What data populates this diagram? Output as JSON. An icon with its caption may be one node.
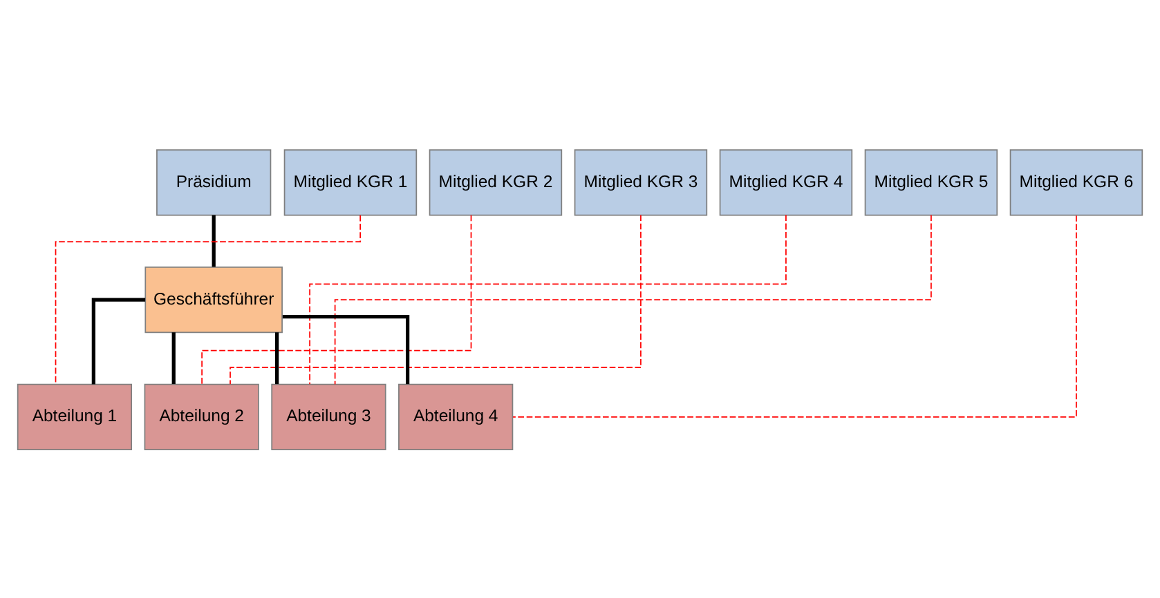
{
  "diagram": {
    "nodes": [
      {
        "text": [
          "Präsidium"
        ]
      },
      {
        "text": [
          "Mitglied KGR 1"
        ]
      },
      {
        "text": [
          "Mitglied KGR 2"
        ]
      },
      {
        "text": [
          "Mitglied KGR 3"
        ]
      },
      {
        "text": [
          "Mitglied KGR 4"
        ]
      },
      {
        "text": [
          "Mitglied KGR 5"
        ]
      },
      {
        "text": [
          "Mitglied KGR 6"
        ]
      },
      {
        "text": [
          "Geschäftsführer"
        ]
      },
      {
        "text": [
          "Abteilung 1"
        ]
      },
      {
        "text": [
          "Abteilung 2"
        ]
      },
      {
        "text": [
          "Abteilung 3"
        ]
      },
      {
        "text": [
          "Abteilung 4"
        ]
      }
    ],
    "edges": [
      {
        "from": 0,
        "to": 7,
        "arrow": "none",
        "style": "thick",
        "color": "#000000"
      },
      {
        "from": 7,
        "to": 8,
        "arrow": "none",
        "style": "thick",
        "color": "#000000"
      },
      {
        "from": 7,
        "to": 9,
        "arrow": "none",
        "style": "thick",
        "color": "#000000"
      },
      {
        "from": 7,
        "to": 10,
        "arrow": "none",
        "style": "thick",
        "color": "#000000"
      },
      {
        "from": 7,
        "to": 11,
        "arrow": "none",
        "style": "thick",
        "color": "#000000"
      },
      {
        "from": 1,
        "to": 8,
        "arrow": "none",
        "style": "dashed",
        "color": "#ff0000"
      },
      {
        "from": 2,
        "to": 9,
        "arrow": "none",
        "style": "dashed",
        "color": "#ff0000"
      },
      {
        "from": 3,
        "to": 9,
        "arrow": "none",
        "style": "dashed",
        "color": "#ff0000"
      },
      {
        "from": 4,
        "to": 10,
        "arrow": "none",
        "style": "dashed",
        "color": "#ff0000"
      },
      {
        "from": 5,
        "to": 10,
        "arrow": "none",
        "style": "dashed",
        "color": "#ff0000"
      },
      {
        "from": 6,
        "to": 11,
        "arrow": "none",
        "style": "dashed",
        "color": "#ff0000"
      }
    ]
  }
}
